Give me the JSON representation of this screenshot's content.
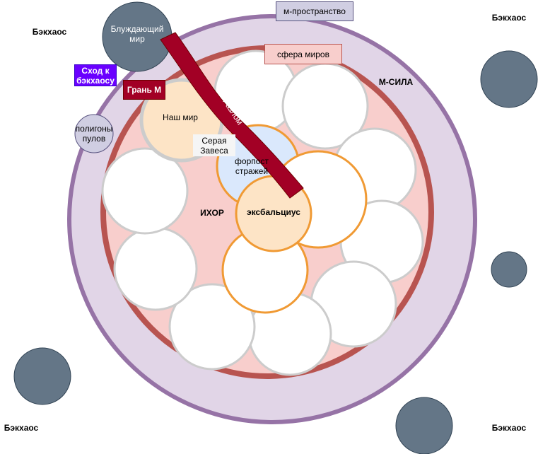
{
  "labels": {
    "wandering_world": "Блуждающий\nмир",
    "m_space": "м-пространство",
    "world_sphere": "сфера миров",
    "m_force": "М-СИЛА",
    "descent": "Сход к\nбэкхаосу",
    "edge_m": "Грань М",
    "our_world": "Наш мир",
    "rift": "Разлом",
    "pool_polygons": "полигоны\nпулов",
    "gray_curtain": "Серая\nЗавеса",
    "guard_outpost": "форпост\nстражей",
    "ichor": "ИХОР",
    "excelsior": "эксбальциус",
    "backchaos_tl": "Бэкхаос",
    "backchaos_tr": "Бэкхаос",
    "backchaos_bl": "Бэкхаос",
    "backchaos_br": "Бэкхаос"
  },
  "colors": {
    "m_space_fill": "#e1d5e7",
    "m_space_ring": "#9673a6",
    "sphere_fill": "#f8cecc",
    "sphere_ring": "#b85450",
    "world_fill": "#ffffff",
    "world_ring": "#cccccc",
    "orange_ring": "#f09a34",
    "our_world_fill": "#fde4c6",
    "outpost_fill": "#dae8fc",
    "excelsior_fill": "#fde4c6",
    "rift": "#a20025",
    "backchaos_planet": "#647687",
    "descent_fill": "#6a00ff",
    "label_box": "#d0cee2",
    "world_sphere_box": "#f8cecc",
    "gray_curtain_box": "#f5f5f5"
  }
}
